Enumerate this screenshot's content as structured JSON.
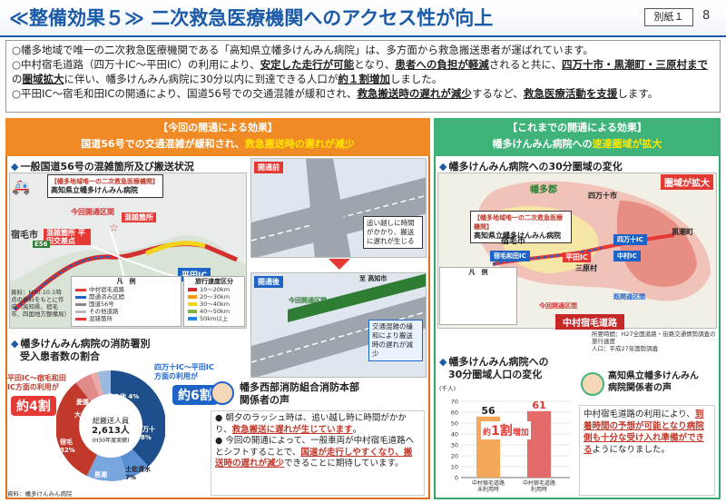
{
  "header": {
    "title": "≪整備効果５≫ 二次救急医療機関へのアクセス性が向上",
    "badge": "別紙１",
    "page": "8"
  },
  "summary": {
    "l1": "○幡多地域で唯一の二次救急医療機関である「高知県立幡多けんみん病院」は、多方面から救急搬送患者が運ばれています。",
    "l2a": "○中村宿毛道路（四万十IC～平田IC）の利用により、",
    "l2b": "安定した走行が可能",
    "l2c": "となり、",
    "l2d": "患者への負担が軽減",
    "l2e": "されると共に、",
    "l2f": "四万十市・黒潮町・三原村まで",
    "l2g": "の",
    "l2h": "圏域拡大",
    "l2i": "に伴い、幡多けんみん病院に30分以内に到達できる人口が",
    "l2j": "約１割増加",
    "l2k": "しました。",
    "l3a": "○平田IC～宿毛和田ICの開通により、国道56号での交通混雑が緩和され、",
    "l3b": "救急搬送時の遅れが減少",
    "l3c": "するなど、",
    "l3d": "救急医療活動を支援",
    "l3e": "します。"
  },
  "left": {
    "head1": "【今回の開通による効果】",
    "head2a": "国道56号での交通混雑が緩和され、",
    "head2b": "救急搬送時の遅れが減少",
    "sec1": "一般国道56号の混雑箇所及び搬送状況",
    "map_hosp_small": "【幡多地域唯一の二次救急医療機関】",
    "map_hosp": "高知県立幡多けんみん病院",
    "map_open": "今回開通区間",
    "map_jam": "混雑箇所",
    "map_jam2": "混雑箇所 平田交差点",
    "map_sukumo": "宿毛市",
    "map_e56": "E56",
    "map_ic": "平田IC",
    "map_src": "資料：H30.10.1時点の資料をもとに作成（高知県、宿毛市、四国地方整備局）",
    "legend_title": "凡　例",
    "legend_items": [
      "中村宿毛道路",
      "開通済み区間",
      "国道56号",
      "その他道路",
      "混雑箇所"
    ],
    "speed_title": "旅行速度区分",
    "speed_items": [
      "10～20km",
      "20～30km",
      "30～40km",
      "40～50km",
      "50km以上"
    ],
    "before_label": "開通前",
    "after_label": "開通後",
    "before_note": "追い越しに時間がかかり、搬送に遅れが生じる",
    "after_note": "交通混雑の緩和により搬送時の遅れが減少",
    "after_tag": "今回開通区間",
    "to_kochi": "至 高知市",
    "sec2a": "幡多けんみん病院の消防署別",
    "sec2b": "受入患者数の割合",
    "donut_center1": "総搬送人員",
    "donut_center2": "2,613人",
    "donut_center3": "(H30年度実績)",
    "donut_labels": [
      "愛媛 2%",
      "大月 5%",
      "その他 4%",
      "四万十 38%",
      "土佐清水 7%",
      "黒潮 12%",
      "宿毛 32%"
    ],
    "left_note1": "平田IC～宿毛和田",
    "left_note2": "IC方面の利用が",
    "left_pct": "約4割",
    "right_note1": "四万十IC～平田IC",
    "right_note2": "方面の利用が",
    "right_pct": "約6割",
    "src": "資料：幡多けんみん病院",
    "voice_title1": "幡多西部消防組合消防本部",
    "voice_title2": "関係者の声",
    "voice1a": "朝夕のラッシュ時は、追い越し時に時間がかかり、",
    "voice1b": "救急搬送に遅れが生じています",
    "voice1c": "。",
    "voice2a": "今回の開通によって、一般車両が中村宿毛道路へとシフトすることで、",
    "voice2b": "国道が走行しやすくなり、搬送時の遅れが減少",
    "voice2c": "できることに期待しています。"
  },
  "right": {
    "head1": "【これまでの開通による効果】",
    "head2a": "幡多けんみん病院への",
    "head2b": "速達圏域が拡大",
    "sec1": "幡多けんみん病院への30分圏域の変化",
    "map_area": "圏域が拡大",
    "map_hata": "幡多郡",
    "map_shimanto": "四万十市",
    "map_kuroshio": "黒潮町",
    "map_hosp_small": "【幡多地域唯一の二次救急医療機関】",
    "map_hosp": "高知県立幡多けんみん病院",
    "map_sukumo": "宿毛市",
    "map_mihara": "三原村",
    "map_shimanto_ic": "四万十IC",
    "map_hirata_ic": "平田IC",
    "map_wada_ic": "宿毛和田IC",
    "map_naka_ic": "中村IC",
    "map_open_now": "今回開通区間",
    "map_open_before": "既開通区間",
    "map_road": "中村宿毛道路",
    "legend_title": "凡　例",
    "src1": "所要時間：H27全国道路・街路交通情勢調査の旅行速度",
    "src2": "人口：平成27年国勢調査",
    "sec2a": "幡多けんみん病院への",
    "sec2b": "30分圏域人口の変化",
    "unit": "(千人)",
    "chart_note1": "約",
    "chart_note2": "1割",
    "chart_note3": "増加",
    "voice_title1": "高知県立幡多けんみん",
    "voice_title2": "病院関係者の声",
    "voice_a": "中村宿毛道路の利用により、",
    "voice_b": "到着時間の予想が可能となり病院側も十分な受け入れ準備ができる",
    "voice_c": "ようになりました。"
  },
  "chart_data": {
    "type": "bar",
    "categories": [
      "中村宿毛道路 未利用時",
      "中村宿毛道路 利用時"
    ],
    "values": [
      56,
      61
    ],
    "title": "",
    "xlabel": "",
    "ylabel": "(千人)",
    "ylim": [
      0,
      70
    ],
    "yticks": [
      0,
      10,
      20,
      30,
      40,
      50,
      60,
      70
    ]
  },
  "colors": {
    "brand_blue": "#1a5aa6",
    "orange": "#f08a24",
    "green": "#3fb37a",
    "red": "#e53935"
  }
}
